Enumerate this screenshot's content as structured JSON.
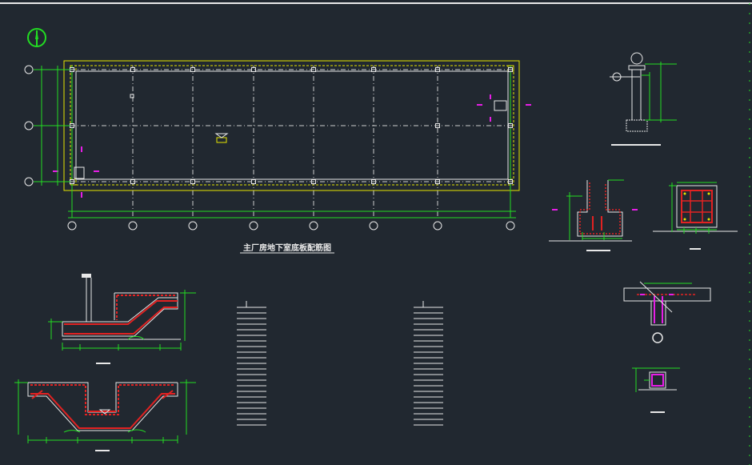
{
  "drawing": {
    "plan_title": "主厂房地下室底板配筋图",
    "background": "#212830",
    "colors": {
      "frame": "#e8e8e8",
      "dimension": "#22dd22",
      "boundary": "#e6e600",
      "rebar": "#e22222",
      "marker": "#e61ee6",
      "grid": "#cccccc"
    },
    "plan_grid_columns": 8,
    "plan_grid_rows": 3
  }
}
